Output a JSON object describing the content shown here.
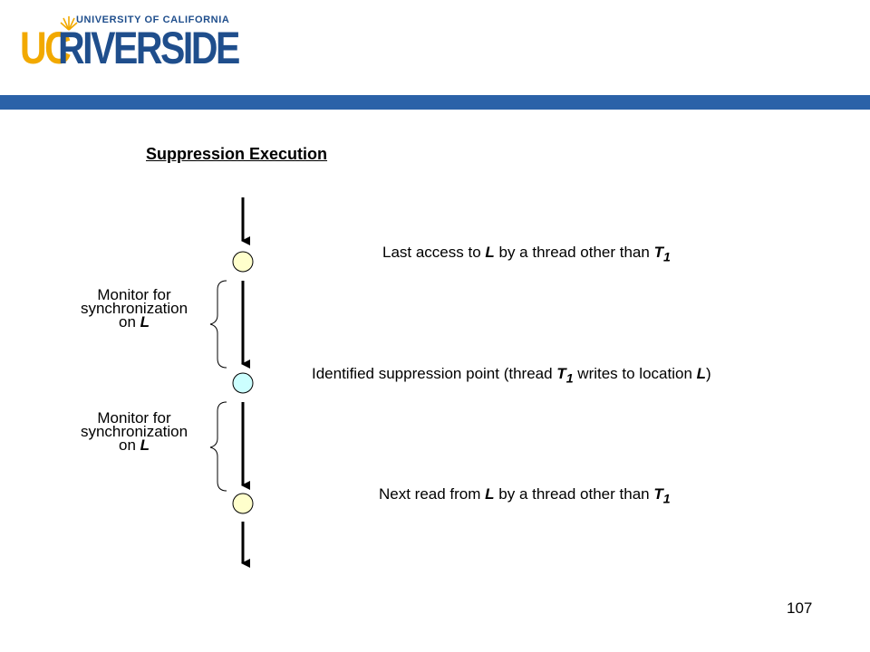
{
  "logo": {
    "top_line": "UNIVERSITY OF CALIFORNIA",
    "uc": "UC",
    "main": "RIVERSIDE"
  },
  "title": "Suppression Execution",
  "events": [
    {
      "text_before": "Last access to ",
      "var": "L",
      "text_mid": " by a thread other than ",
      "thread": "T",
      "sub": "1",
      "text_after": ""
    },
    {
      "text_before": "Identified suppression point (thread ",
      "thread": "T",
      "sub": "1",
      "text_mid": " writes to location ",
      "var": "L",
      "text_after": ")"
    },
    {
      "text_before": "Next read from ",
      "var": "L",
      "text_mid": " by a thread other than ",
      "thread": "T",
      "sub": "1",
      "text_after": ""
    }
  ],
  "monitor_labels": [
    {
      "line1": "Monitor for",
      "line2": "synchronization",
      "line3_prefix": "on ",
      "var": "L"
    },
    {
      "line1": "Monitor for",
      "line2": "synchronization",
      "line3_prefix": "on ",
      "var": "L"
    }
  ],
  "page_number": "107",
  "colors": {
    "brand_blue": "#2b62a8",
    "brand_gold": "#f2a900",
    "node_yellow": "#ffffcc",
    "node_cyan": "#ccffff"
  }
}
